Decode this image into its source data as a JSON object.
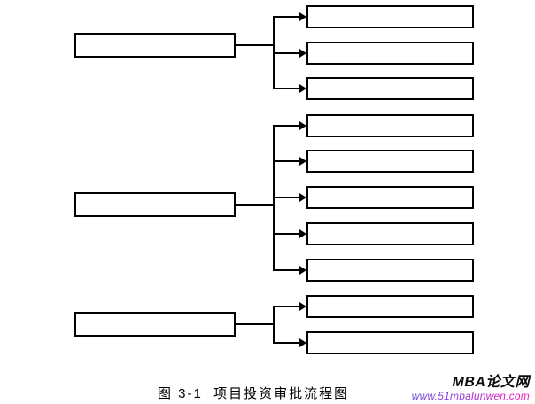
{
  "figure": {
    "caption": "图 3-1  项目投资审批流程图",
    "watermark_title": "MBA论文网",
    "watermark_url": "www.51mbalunwen.com"
  },
  "colors": {
    "line": "#000000",
    "box_border": "#000000",
    "box_fill": "#ffffff",
    "background": "#ffffff",
    "caption_text": "#000000",
    "watermark_title": "#0a0a0a",
    "watermark_url_start": "#6f46dc",
    "watermark_url_end": "#ff14b4"
  },
  "diagram": {
    "type": "flowchart",
    "description": "Three left source boxes each fan out rightward through a vertical trunk to arrowed target boxes; all box labels are blank (whited out).",
    "groups": [
      {
        "source_label": "",
        "target_labels": [
          "",
          "",
          ""
        ]
      },
      {
        "source_label": "",
        "target_labels": [
          "",
          "",
          "",
          "",
          ""
        ]
      },
      {
        "source_label": "",
        "target_labels": [
          "",
          ""
        ]
      }
    ]
  }
}
